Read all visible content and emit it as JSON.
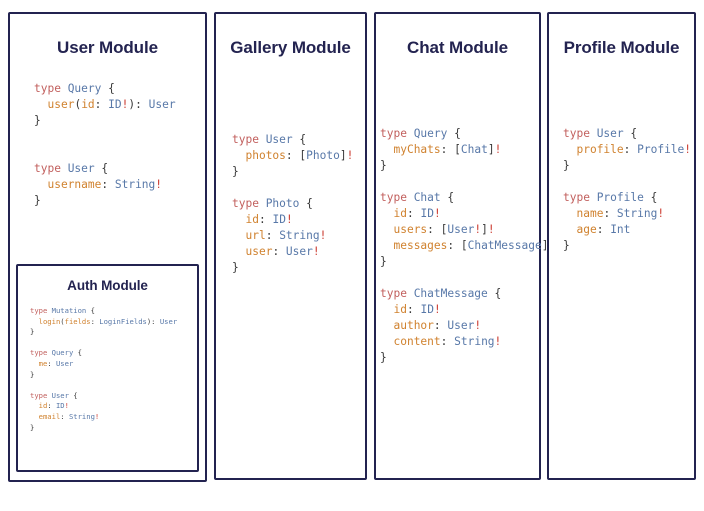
{
  "modules": [
    {
      "id": "user",
      "title": "User Module",
      "code_lines": [
        [
          {
            "t": "kw",
            "v": "type "
          },
          {
            "t": "type",
            "v": "Query"
          },
          {
            "t": "punct",
            "v": " {"
          }
        ],
        [
          {
            "t": "punct",
            "v": "  "
          },
          {
            "t": "field",
            "v": "user"
          },
          {
            "t": "punct",
            "v": "("
          },
          {
            "t": "field",
            "v": "id"
          },
          {
            "t": "punct",
            "v": ": "
          },
          {
            "t": "type",
            "v": "ID"
          },
          {
            "t": "bang",
            "v": "!"
          },
          {
            "t": "punct",
            "v": "): "
          },
          {
            "t": "type",
            "v": "User"
          }
        ],
        [
          {
            "t": "punct",
            "v": "}"
          }
        ],
        [
          {
            "t": "punct",
            "v": ""
          }
        ],
        [
          {
            "t": "punct",
            "v": ""
          }
        ],
        [
          {
            "t": "kw",
            "v": "type "
          },
          {
            "t": "type",
            "v": "User"
          },
          {
            "t": "punct",
            "v": " {"
          }
        ],
        [
          {
            "t": "punct",
            "v": "  "
          },
          {
            "t": "field",
            "v": "username"
          },
          {
            "t": "punct",
            "v": ": "
          },
          {
            "t": "type",
            "v": "String"
          },
          {
            "t": "bang",
            "v": "!"
          }
        ],
        [
          {
            "t": "punct",
            "v": "}"
          }
        ]
      ]
    },
    {
      "id": "auth",
      "title": "Auth Module",
      "code_lines": [
        [
          {
            "t": "kw",
            "v": "type "
          },
          {
            "t": "type",
            "v": "Mutation"
          },
          {
            "t": "punct",
            "v": " {"
          }
        ],
        [
          {
            "t": "punct",
            "v": "  "
          },
          {
            "t": "field",
            "v": "login"
          },
          {
            "t": "punct",
            "v": "("
          },
          {
            "t": "field",
            "v": "fields"
          },
          {
            "t": "punct",
            "v": ": "
          },
          {
            "t": "type",
            "v": "LoginFields"
          },
          {
            "t": "punct",
            "v": "): "
          },
          {
            "t": "type",
            "v": "User"
          }
        ],
        [
          {
            "t": "punct",
            "v": "}"
          }
        ],
        [
          {
            "t": "punct",
            "v": ""
          }
        ],
        [
          {
            "t": "kw",
            "v": "type "
          },
          {
            "t": "type",
            "v": "Query"
          },
          {
            "t": "punct",
            "v": " {"
          }
        ],
        [
          {
            "t": "punct",
            "v": "  "
          },
          {
            "t": "field",
            "v": "me"
          },
          {
            "t": "punct",
            "v": ": "
          },
          {
            "t": "type",
            "v": "User"
          }
        ],
        [
          {
            "t": "punct",
            "v": "}"
          }
        ],
        [
          {
            "t": "punct",
            "v": ""
          }
        ],
        [
          {
            "t": "kw",
            "v": "type "
          },
          {
            "t": "type",
            "v": "User"
          },
          {
            "t": "punct",
            "v": " {"
          }
        ],
        [
          {
            "t": "punct",
            "v": "  "
          },
          {
            "t": "field",
            "v": "id"
          },
          {
            "t": "punct",
            "v": ": "
          },
          {
            "t": "type",
            "v": "ID"
          },
          {
            "t": "bang",
            "v": "!"
          }
        ],
        [
          {
            "t": "punct",
            "v": "  "
          },
          {
            "t": "field",
            "v": "email"
          },
          {
            "t": "punct",
            "v": ": "
          },
          {
            "t": "type",
            "v": "String"
          },
          {
            "t": "bang",
            "v": "!"
          }
        ],
        [
          {
            "t": "punct",
            "v": "}"
          }
        ]
      ]
    },
    {
      "id": "gallery",
      "title": "Gallery Module",
      "code_lines": [
        [
          {
            "t": "kw",
            "v": "type "
          },
          {
            "t": "type",
            "v": "User"
          },
          {
            "t": "punct",
            "v": " {"
          }
        ],
        [
          {
            "t": "punct",
            "v": "  "
          },
          {
            "t": "field",
            "v": "photos"
          },
          {
            "t": "punct",
            "v": ": ["
          },
          {
            "t": "type",
            "v": "Photo"
          },
          {
            "t": "punct",
            "v": "]"
          },
          {
            "t": "bang",
            "v": "!"
          }
        ],
        [
          {
            "t": "punct",
            "v": "}"
          }
        ],
        [
          {
            "t": "punct",
            "v": ""
          }
        ],
        [
          {
            "t": "kw",
            "v": "type "
          },
          {
            "t": "type",
            "v": "Photo"
          },
          {
            "t": "punct",
            "v": " {"
          }
        ],
        [
          {
            "t": "punct",
            "v": "  "
          },
          {
            "t": "field",
            "v": "id"
          },
          {
            "t": "punct",
            "v": ": "
          },
          {
            "t": "type",
            "v": "ID"
          },
          {
            "t": "bang",
            "v": "!"
          }
        ],
        [
          {
            "t": "punct",
            "v": "  "
          },
          {
            "t": "field",
            "v": "url"
          },
          {
            "t": "punct",
            "v": ": "
          },
          {
            "t": "type",
            "v": "String"
          },
          {
            "t": "bang",
            "v": "!"
          }
        ],
        [
          {
            "t": "punct",
            "v": "  "
          },
          {
            "t": "field",
            "v": "user"
          },
          {
            "t": "punct",
            "v": ": "
          },
          {
            "t": "type",
            "v": "User"
          },
          {
            "t": "bang",
            "v": "!"
          }
        ],
        [
          {
            "t": "punct",
            "v": "}"
          }
        ]
      ]
    },
    {
      "id": "chat",
      "title": "Chat Module",
      "code_lines": [
        [
          {
            "t": "kw",
            "v": "type "
          },
          {
            "t": "type",
            "v": "Query"
          },
          {
            "t": "punct",
            "v": " {"
          }
        ],
        [
          {
            "t": "punct",
            "v": "  "
          },
          {
            "t": "field",
            "v": "myChats"
          },
          {
            "t": "punct",
            "v": ": ["
          },
          {
            "t": "type",
            "v": "Chat"
          },
          {
            "t": "punct",
            "v": "]"
          },
          {
            "t": "bang",
            "v": "!"
          }
        ],
        [
          {
            "t": "punct",
            "v": "}"
          }
        ],
        [
          {
            "t": "punct",
            "v": ""
          }
        ],
        [
          {
            "t": "kw",
            "v": "type "
          },
          {
            "t": "type",
            "v": "Chat"
          },
          {
            "t": "punct",
            "v": " {"
          }
        ],
        [
          {
            "t": "punct",
            "v": "  "
          },
          {
            "t": "field",
            "v": "id"
          },
          {
            "t": "punct",
            "v": ": "
          },
          {
            "t": "type",
            "v": "ID"
          },
          {
            "t": "bang",
            "v": "!"
          }
        ],
        [
          {
            "t": "punct",
            "v": "  "
          },
          {
            "t": "field",
            "v": "users"
          },
          {
            "t": "punct",
            "v": ": ["
          },
          {
            "t": "type",
            "v": "User"
          },
          {
            "t": "bang",
            "v": "!"
          },
          {
            "t": "punct",
            "v": "]"
          },
          {
            "t": "bang",
            "v": "!"
          }
        ],
        [
          {
            "t": "punct",
            "v": "  "
          },
          {
            "t": "field",
            "v": "messages"
          },
          {
            "t": "punct",
            "v": ": ["
          },
          {
            "t": "type",
            "v": "ChatMessage"
          },
          {
            "t": "punct",
            "v": "]"
          },
          {
            "t": "bang",
            "v": "!"
          }
        ],
        [
          {
            "t": "punct",
            "v": "}"
          }
        ],
        [
          {
            "t": "punct",
            "v": ""
          }
        ],
        [
          {
            "t": "kw",
            "v": "type "
          },
          {
            "t": "type",
            "v": "ChatMessage"
          },
          {
            "t": "punct",
            "v": " {"
          }
        ],
        [
          {
            "t": "punct",
            "v": "  "
          },
          {
            "t": "field",
            "v": "id"
          },
          {
            "t": "punct",
            "v": ": "
          },
          {
            "t": "type",
            "v": "ID"
          },
          {
            "t": "bang",
            "v": "!"
          }
        ],
        [
          {
            "t": "punct",
            "v": "  "
          },
          {
            "t": "field",
            "v": "author"
          },
          {
            "t": "punct",
            "v": ": "
          },
          {
            "t": "type",
            "v": "User"
          },
          {
            "t": "bang",
            "v": "!"
          }
        ],
        [
          {
            "t": "punct",
            "v": "  "
          },
          {
            "t": "field",
            "v": "content"
          },
          {
            "t": "punct",
            "v": ": "
          },
          {
            "t": "type",
            "v": "String"
          },
          {
            "t": "bang",
            "v": "!"
          }
        ],
        [
          {
            "t": "punct",
            "v": "}"
          }
        ]
      ]
    },
    {
      "id": "profile",
      "title": "Profile Module",
      "code_lines": [
        [
          {
            "t": "kw",
            "v": "type "
          },
          {
            "t": "type",
            "v": "User"
          },
          {
            "t": "punct",
            "v": " {"
          }
        ],
        [
          {
            "t": "punct",
            "v": "  "
          },
          {
            "t": "field",
            "v": "profile"
          },
          {
            "t": "punct",
            "v": ": "
          },
          {
            "t": "type",
            "v": "Profile"
          },
          {
            "t": "bang",
            "v": "!"
          }
        ],
        [
          {
            "t": "punct",
            "v": "}"
          }
        ],
        [
          {
            "t": "punct",
            "v": ""
          }
        ],
        [
          {
            "t": "kw",
            "v": "type "
          },
          {
            "t": "type",
            "v": "Profile"
          },
          {
            "t": "punct",
            "v": " {"
          }
        ],
        [
          {
            "t": "punct",
            "v": "  "
          },
          {
            "t": "field",
            "v": "name"
          },
          {
            "t": "punct",
            "v": ": "
          },
          {
            "t": "type",
            "v": "String"
          },
          {
            "t": "bang",
            "v": "!"
          }
        ],
        [
          {
            "t": "punct",
            "v": "  "
          },
          {
            "t": "field",
            "v": "age"
          },
          {
            "t": "punct",
            "v": ": "
          },
          {
            "t": "type",
            "v": "Int"
          }
        ],
        [
          {
            "t": "punct",
            "v": "}"
          }
        ]
      ]
    }
  ],
  "colors": {
    "panel_border": "#232350",
    "title": "#232350",
    "keyword": "#c2605e",
    "type_name": "#5878a8",
    "field_name": "#d0822f",
    "punctuation": "#3b3b3b",
    "non_null_bang": "#cc3b30",
    "background": "#ffffff"
  }
}
